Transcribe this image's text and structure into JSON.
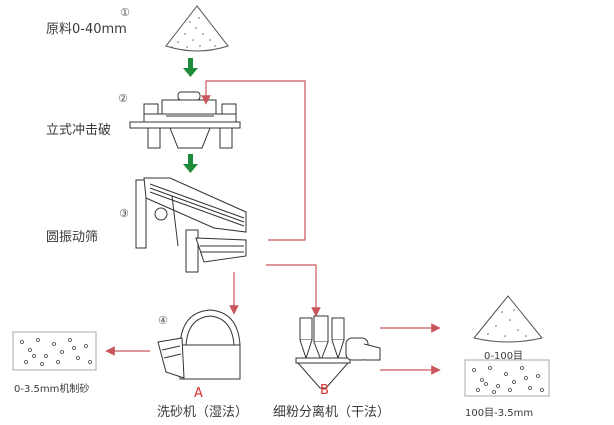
{
  "title": "Machine-made sand production flow",
  "steps": [
    {
      "number": "①",
      "label": "原料0-40mm"
    },
    {
      "number": "②",
      "label": "立式冲击破"
    },
    {
      "number": "③",
      "label": "圆振动筛"
    },
    {
      "number": "④",
      "label": ""
    }
  ],
  "branches": [
    {
      "letter": "A",
      "label": "洗砂机（湿法）"
    },
    {
      "letter": "B",
      "label": "细粉分离机（干法）"
    }
  ],
  "outputs": [
    {
      "label": "0-3.5mm机制砂"
    },
    {
      "label": "0-100目"
    },
    {
      "label": "100目-3.5mm"
    }
  ],
  "colors": {
    "flow_arrow": "#1f8a3a",
    "return_line": "#c8565a",
    "branch_letter": "#d9302b",
    "machine_stroke": "#3a3a3a"
  }
}
